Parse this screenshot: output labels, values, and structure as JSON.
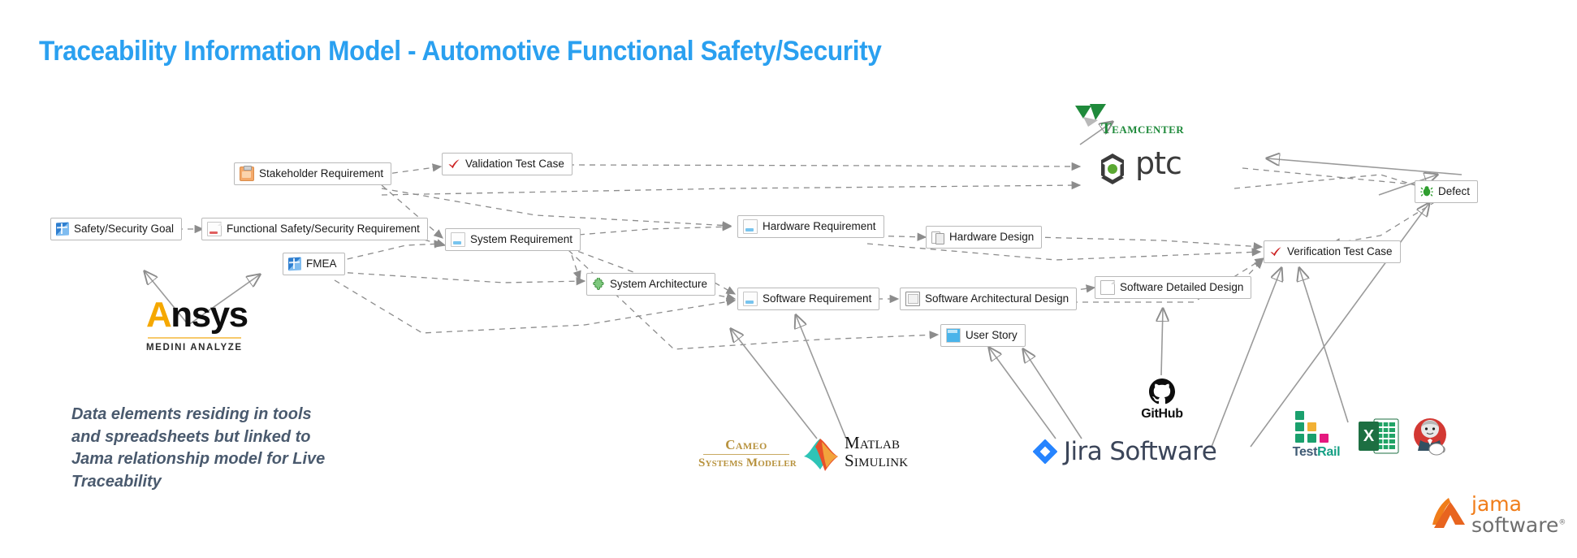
{
  "title": "Traceability Information Model - Automotive Functional Safety/Security",
  "colors": {
    "title": "#2aa0f0",
    "caption": "#4a5a6e",
    "edge": "#8c8c8c",
    "box_border": "#b9b9b9",
    "teamcenter_green": "#1f8a3b",
    "ansys_gold": "#f5a800",
    "jira_blue": "#2684ff",
    "jama_orange": "#f07d1a",
    "defect_green": "#2f9e2f",
    "check_red": "#cc2222"
  },
  "caption": "Data elements residing in tools and spreadsheets but linked to Jama relationship model for Live Traceability",
  "nodes": [
    {
      "id": "safety-security-goal",
      "label": "Safety/Security Goal",
      "icon": "blue-flag-icon"
    },
    {
      "id": "functional-safety-req",
      "label": "Functional Safety/Security Requirement",
      "icon": "document-red-icon"
    },
    {
      "id": "stakeholder-req",
      "label": "Stakeholder Requirement",
      "icon": "clipboard-icon"
    },
    {
      "id": "validation-test-case",
      "label": "Validation Test Case",
      "icon": "red-check-icon"
    },
    {
      "id": "fmea",
      "label": "FMEA",
      "icon": "blue-flag-icon"
    },
    {
      "id": "system-req",
      "label": "System Requirement",
      "icon": "document-blue-icon"
    },
    {
      "id": "system-architecture",
      "label": "System Architecture",
      "icon": "green-puzzle-icon"
    },
    {
      "id": "hardware-req",
      "label": "Hardware Requirement",
      "icon": "document-blue-icon"
    },
    {
      "id": "hardware-design",
      "label": "Hardware Design",
      "icon": "stacked-pages-icon"
    },
    {
      "id": "software-req",
      "label": "Software Requirement",
      "icon": "document-blue-icon"
    },
    {
      "id": "software-arch-design",
      "label": "Software Architectural Design",
      "icon": "book-icon"
    },
    {
      "id": "software-detail-design",
      "label": "Software Detailed Design",
      "icon": "document-blank-icon"
    },
    {
      "id": "user-story",
      "label": "User Story",
      "icon": "blue-square-icon"
    },
    {
      "id": "verification-test-case",
      "label": "Verification Test Case",
      "icon": "red-check-icon"
    },
    {
      "id": "defect",
      "label": "Defect",
      "icon": "green-bug-icon"
    }
  ],
  "logos": {
    "teamcenter": {
      "name": "Teamcenter"
    },
    "ptc": {
      "name": "ptc"
    },
    "ansys": {
      "name_a": "A",
      "name_rest": "nsys",
      "product": "MEDINI ANALYZE"
    },
    "cameo": {
      "line1": "Cameo",
      "line2": "Systems Modeler"
    },
    "matlab": {
      "line1": "Matlab",
      "line2": "Simulink"
    },
    "jira": {
      "name": "Jira Software"
    },
    "github": {
      "name": "GitHub"
    },
    "testrail": {
      "name_1": "Test",
      "name_2": "Rail"
    },
    "excel": {
      "name": "excel-icon"
    },
    "jenkins": {
      "name": "jenkins-icon"
    },
    "jama": {
      "line1": "jama",
      "line2": "software",
      "mark": "®"
    }
  }
}
